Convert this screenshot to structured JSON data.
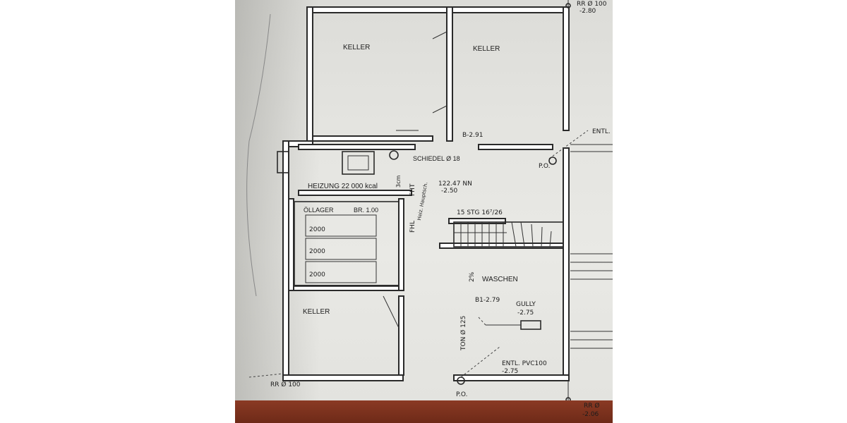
{
  "rooms": {
    "keller_top_left": "KELLER",
    "keller_top_right": "KELLER",
    "keller_bottom_left": "KELLER",
    "heizung": "HEIZUNG 22 000 kcal",
    "ollager": "ÖLLAGER",
    "ollager_width": "BR. 1.00",
    "waschen": "WASCHEN"
  },
  "tanks": [
    "2000",
    "2000",
    "2000"
  ],
  "annotations": {
    "schiedel": "SCHIEDEL Ø 18",
    "level_nn": "122.47 NN",
    "level_nn_sub": "-2.50",
    "stairs": "15 STG 16⁷/26",
    "b_mark_top": "B-2.91",
    "b_mark_low": "B1-2.79",
    "gully": "GULLY",
    "gully_level": "-2.75",
    "entl": "ENTL. PVC100",
    "entl_level": "-2.75",
    "ton": "TON Ø 125",
    "ton_slope": "2%",
    "po_upper": "P.O.",
    "po_lower": "P.O.",
    "rr_bottom_left": "RR Ø 100",
    "rr_top_right": "RR Ø 100",
    "rr_top_right_level": "-2.80",
    "rr_bottom_right": "RR Ø",
    "rr_bottom_right_level": "-2.06",
    "entl_right": "ENTL.",
    "fht": "FHT",
    "fhl": "FHL",
    "heiz_note": "Heiz. Hauptsch.",
    "size_3cm": "3cm"
  }
}
